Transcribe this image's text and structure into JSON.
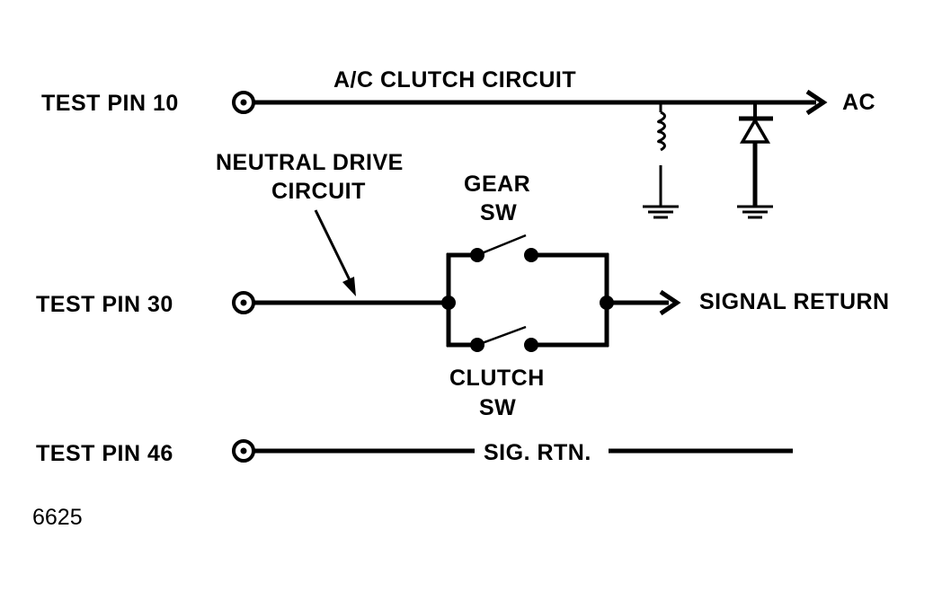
{
  "pins": {
    "pin10": "TEST PIN 10",
    "pin30": "TEST PIN 30",
    "pin46": "TEST PIN 46"
  },
  "circuits": {
    "ac_clutch": "A/C CLUTCH CIRCUIT",
    "ac": "AC",
    "neutral_drive_line1": "NEUTRAL DRIVE",
    "neutral_drive_line2": "CIRCUIT",
    "signal_return": "SIGNAL RETURN",
    "sig_rtn": "SIG. RTN."
  },
  "switches": {
    "gear_line1": "GEAR",
    "gear_line2": "SW",
    "clutch_line1": "CLUTCH",
    "clutch_line2": "SW"
  },
  "figure_number": "6625",
  "colors": {
    "line": "#000000",
    "background": "#ffffff"
  }
}
